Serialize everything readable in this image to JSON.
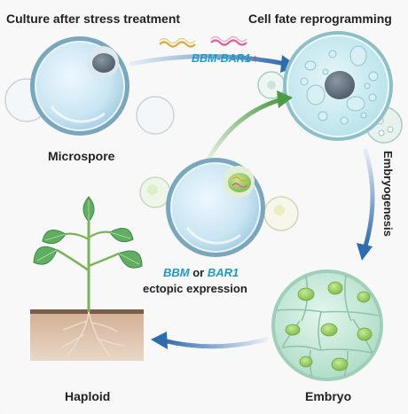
{
  "labels": {
    "culture": "Culture after stress treatment",
    "fate": "Cell fate reprogramming",
    "microspore": "Microspore",
    "embryogenesis": "Embryogenesis",
    "embryo": "Embryo",
    "haploid": "Haploid",
    "arrow_gene": "BBM-BAR1",
    "arrow_up": "↑",
    "gene_bbm": "BBM",
    "gene_or": " or ",
    "gene_bar1": "BAR1",
    "ectopic": "ectopic expression"
  },
  "colors": {
    "teal_text": "#1f9ac4",
    "up_arrow": "#e53935",
    "flow_arrow": "#2f6cae",
    "green_arrow": "#5c9e4e",
    "soil": "#c9a385",
    "cell_fill": "#cbe6f3",
    "cell_ring": "#8db3c6",
    "embryo_fill": "#bfe6d2",
    "nucleus_green": "#8dc658",
    "leaf": "#5fae61"
  }
}
